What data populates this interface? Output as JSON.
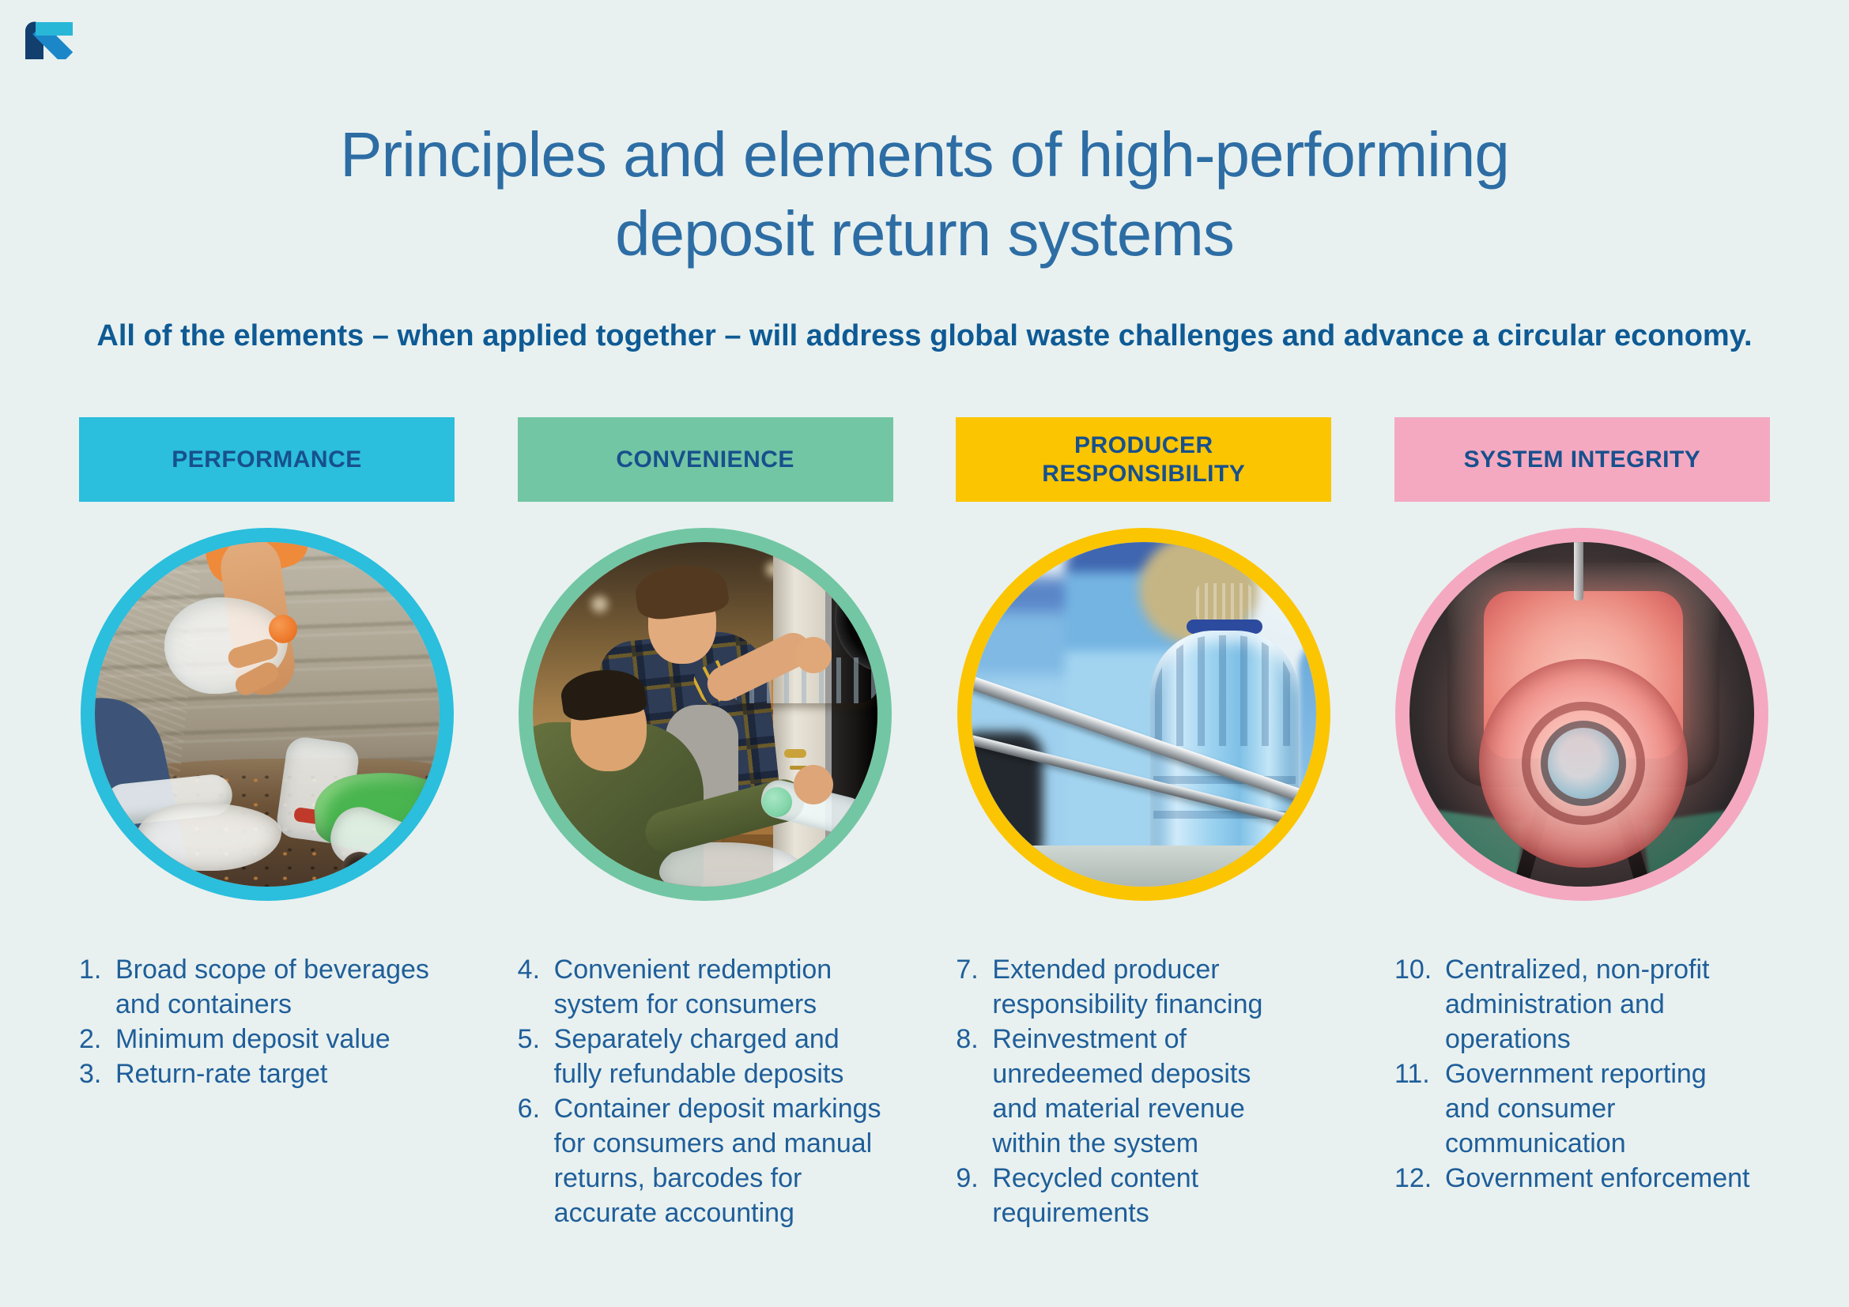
{
  "page": {
    "background_color": "#e8f1f0"
  },
  "logo": {
    "alt": "Reloop logo",
    "colors": {
      "navy": "#123f6d",
      "cyan": "#29b7d8",
      "blue": "#1b87c9"
    }
  },
  "header": {
    "title_line1": "Principles and elements of high-performing",
    "title_line2": "deposit return systems",
    "title_color": "#2d6da4",
    "subtitle": "All of the elements – when applied together – will address global waste challenges and advance a circular economy.",
    "subtitle_color": "#0e5a94"
  },
  "columns": [
    {
      "id": "performance",
      "label": "PERFORMANCE",
      "accent": "#2bbedd",
      "label_color": "#17508d",
      "photo_alt": "Person picking up discarded plastic bottles from a littered shoreline",
      "items": [
        {
          "num": "1.",
          "text": "Broad scope of beverages\nand containers"
        },
        {
          "num": "2.",
          "text": "Minimum deposit value"
        },
        {
          "num": "3.",
          "text": "Return-rate target"
        }
      ]
    },
    {
      "id": "convenience",
      "label": "CONVENIENCE",
      "accent": "#72c6a4",
      "label_color": "#17508d",
      "photo_alt": "Two young people returning plastic bottles at a reverse vending machine in a store",
      "items": [
        {
          "num": "4.",
          "text": "Convenient redemption\nsystem for consumers"
        },
        {
          "num": "5.",
          "text": "Separately charged and\nfully refundable deposits"
        },
        {
          "num": "6.",
          "text": "Container deposit markings\nfor consumers and manual\nreturns, barcodes for\naccurate accounting"
        }
      ]
    },
    {
      "id": "producer-responsibility",
      "label": "PRODUCER RESPONSIBILITY",
      "accent": "#fcc502",
      "label_color": "#17508d",
      "photo_alt": "Large blue plastic water bottles on a bottling production line",
      "items": [
        {
          "num": "7.",
          "text": "Extended producer\nresponsibility financing"
        },
        {
          "num": "8.",
          "text": "Reinvestment of\nunredeemed deposits\nand material revenue\nwithin the system"
        },
        {
          "num": "9.",
          "text": "Recycled content\nrequirements"
        }
      ]
    },
    {
      "id": "system-integrity",
      "label": "SYSTEM INTEGRITY",
      "accent": "#f4a9c1",
      "label_color": "#17508d",
      "photo_alt": "Plastic bottle inside the red-lit scanning chamber of a reverse vending machine",
      "items": [
        {
          "num": "10.",
          "text": "Centralized, non-profit\nadministration and\noperations"
        },
        {
          "num": "11.",
          "text": "Government reporting\nand consumer\ncommunication"
        },
        {
          "num": "12.",
          "text": "Government enforcement"
        }
      ]
    }
  ]
}
